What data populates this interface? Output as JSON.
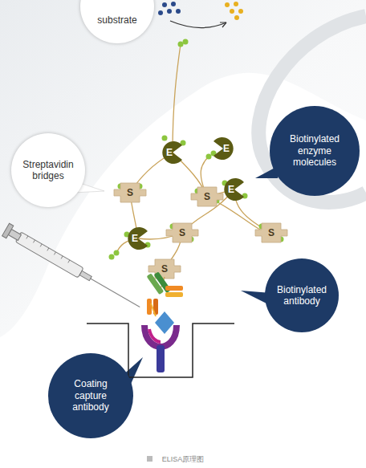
{
  "diagram": {
    "caption": "ELISA原理图",
    "nodes": [
      {
        "text": [
          "substrate"
        ]
      },
      {
        "text": [
          "Streptavidin bridges"
        ]
      },
      {
        "text": [
          "Biotinylated enzyme molecules"
        ]
      },
      {
        "text": [
          "Biotinylated antibody"
        ]
      },
      {
        "text": [
          "Coating capture antibody"
        ]
      }
    ],
    "labels": [
      "S",
      "S",
      "S",
      "S",
      "S",
      "E",
      "E",
      "E",
      "E"
    ]
  }
}
